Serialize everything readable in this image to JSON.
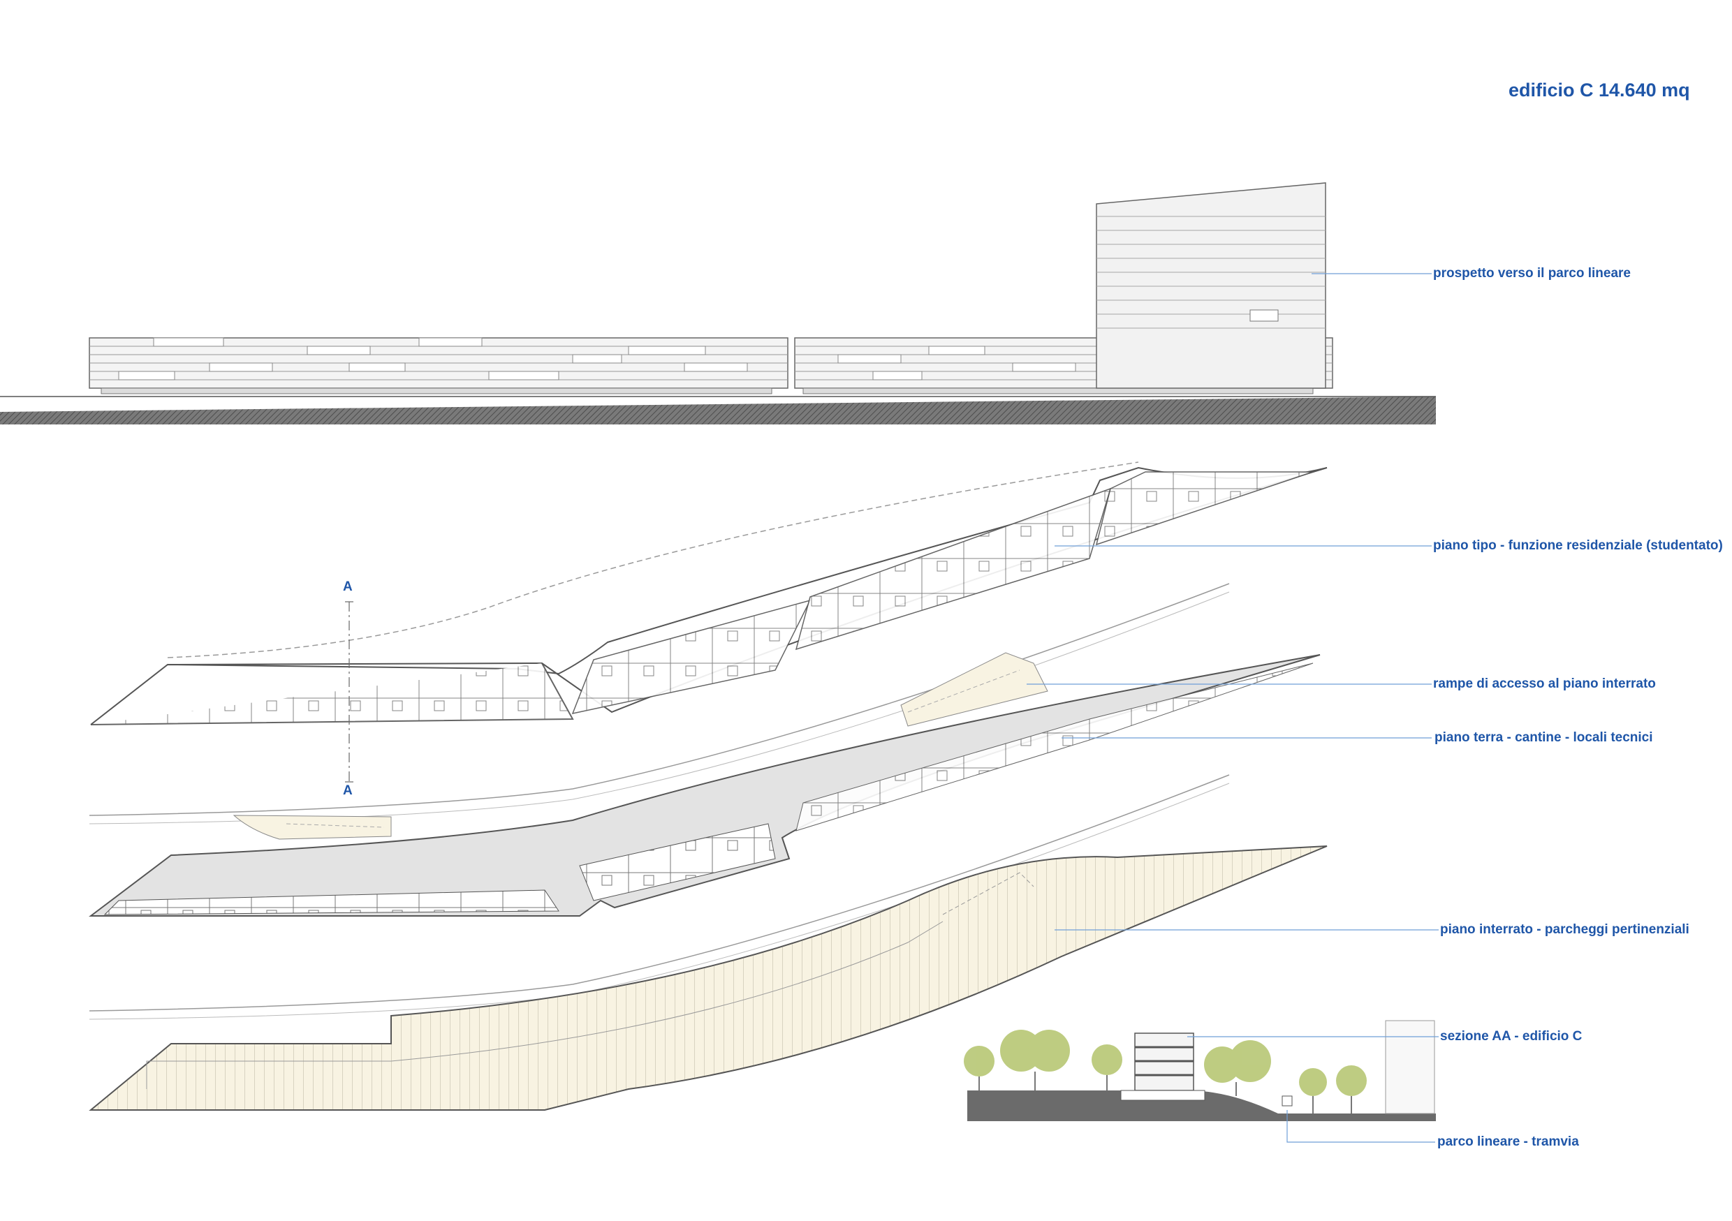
{
  "title": "edificio C 14.640 mq",
  "section_marker": "A",
  "labels": {
    "prospetto": "prospetto verso il parco lineare",
    "piano_tipo": "piano tipo - funzione residenziale (studentato)",
    "rampe": "rampe di accesso al piano interrato",
    "piano_terra": "piano terra - cantine - locali tecnici",
    "piano_interrato": "piano interrato - parcheggi pertinenziali",
    "sezione": "sezione AA - edificio C",
    "parco": "parco lineare - tramvia"
  },
  "colors": {
    "label_blue": "#1f56a8",
    "leader_blue": "#6f9fd8",
    "line_grey": "#555555",
    "floor_grey": "#e3e3e3",
    "parking_cream": "#f8f3e2",
    "tree_green": "#b7c774",
    "ground_dark": "#6b6b6b"
  }
}
